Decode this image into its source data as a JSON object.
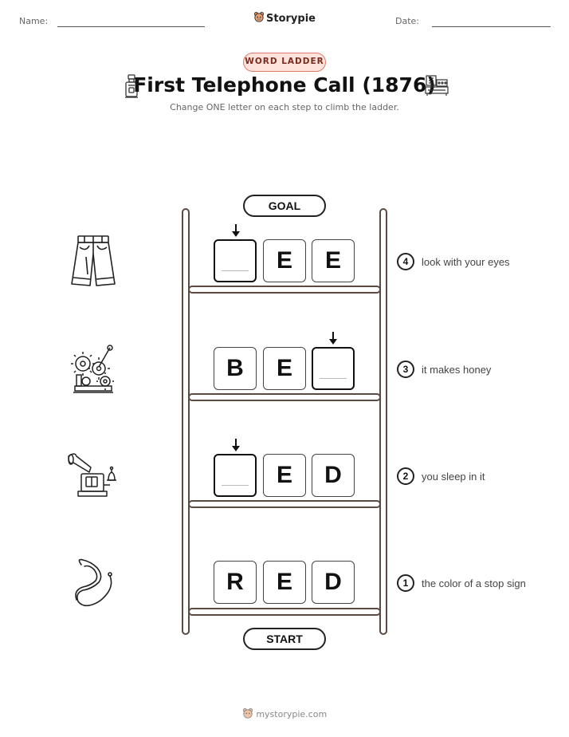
{
  "header": {
    "name_label": "Name:",
    "date_label": "Date:",
    "brand": "Storypie"
  },
  "badge": "WORD LADDER",
  "title": "First Telephone Call (1876)",
  "subtitle": "Change ONE letter on each step to climb the ladder.",
  "goal_label": "GOAL",
  "start_label": "START",
  "steps": [
    {
      "number": "4",
      "clue": "look with your eyes",
      "letters": [
        "",
        "E",
        "E"
      ],
      "picture": "shorts-icon"
    },
    {
      "number": "3",
      "clue": "it makes honey",
      "letters": [
        "B",
        "E",
        ""
      ],
      "picture": "gear-machine-icon"
    },
    {
      "number": "2",
      "clue": "you sleep in it",
      "letters": [
        "",
        "E",
        "D"
      ],
      "picture": "phonograph-icon"
    },
    {
      "number": "1",
      "clue": "the color of a stop sign",
      "letters": [
        "R",
        "E",
        "D"
      ],
      "picture": "cord-icon"
    }
  ],
  "footer": "mystorypie.com"
}
